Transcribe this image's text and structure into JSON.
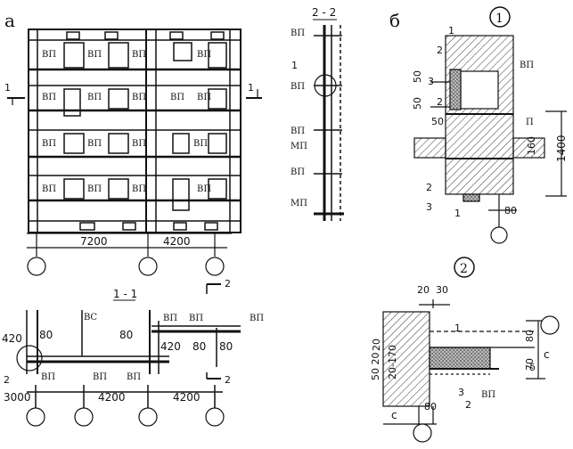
{
  "labels": {
    "part_a": "а",
    "part_b": "б",
    "section_22": "2 - 2",
    "section_11": "1 - 1",
    "detail1": "1",
    "detail2": "2",
    "cut_mark_1": "1",
    "cut_mark_2": "2"
  },
  "panel_marks": {
    "vp": "ВП",
    "mp": "МП",
    "vs": "ВС",
    "p": "П"
  },
  "dims_a": {
    "span1": "7200",
    "span2": "4200"
  },
  "dims_11": {
    "d420a": "420",
    "d80a": "80",
    "d80b": "80",
    "d420b": "420",
    "d80c": "80",
    "d80d": "80",
    "s3000": "3000",
    "s4200a": "4200",
    "s4200b": "4200"
  },
  "detail1_dims": {
    "d50a": "50",
    "d50b": "50",
    "d50c": "50",
    "d1400": "1400",
    "d160": "160",
    "d80": "80",
    "n1a": "1",
    "n2a": "2",
    "n3a": "3",
    "n2b": "2",
    "n2c": "2",
    "n3b": "3",
    "n1b": "1"
  },
  "detail2_dims": {
    "d20": "20",
    "d30": "30",
    "d50_20": "50 20",
    "d20b": "20",
    "d20_170": "20-170",
    "d80a": "80",
    "d70": "70",
    "delta": "δ",
    "c1": "c",
    "c2": "c",
    "d80b": "80",
    "n1": "1",
    "n2": "2",
    "n3": "3"
  }
}
